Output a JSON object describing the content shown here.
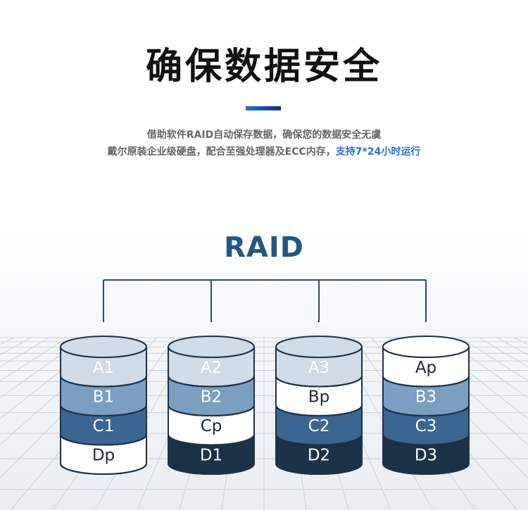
{
  "header": {
    "title": "确保数据安全",
    "subtitle_line1": "借助软件RAID自动保存数据，确保您的数据安全无虞",
    "subtitle_line2_prefix": "戴尔原装企业级硬盘，配合至强处理器及ECC内存，",
    "subtitle_line2_highlight": "支持7*24小时运行"
  },
  "diagram": {
    "label": "RAID",
    "colors": {
      "light": "#cfdbe6",
      "mid": "#7b9fc0",
      "dark": "#3b6690",
      "darkest": "#1c3248",
      "parity": "#ffffff",
      "outline": "#1c3248",
      "connector": "#2c4a66"
    },
    "disks": [
      {
        "segments": [
          {
            "label": "A1",
            "tone": "light"
          },
          {
            "label": "B1",
            "tone": "mid"
          },
          {
            "label": "C1",
            "tone": "dark"
          },
          {
            "label": "Dp",
            "tone": "parity"
          }
        ]
      },
      {
        "segments": [
          {
            "label": "A2",
            "tone": "light"
          },
          {
            "label": "B2",
            "tone": "mid"
          },
          {
            "label": "Cp",
            "tone": "parity"
          },
          {
            "label": "D1",
            "tone": "darkest"
          }
        ]
      },
      {
        "segments": [
          {
            "label": "A3",
            "tone": "light"
          },
          {
            "label": "Bp",
            "tone": "parity"
          },
          {
            "label": "C2",
            "tone": "dark"
          },
          {
            "label": "D2",
            "tone": "darkest"
          }
        ]
      },
      {
        "segments": [
          {
            "label": "Ap",
            "tone": "parity"
          },
          {
            "label": "B3",
            "tone": "mid"
          },
          {
            "label": "C3",
            "tone": "dark"
          },
          {
            "label": "D3",
            "tone": "darkest"
          }
        ]
      }
    ]
  }
}
